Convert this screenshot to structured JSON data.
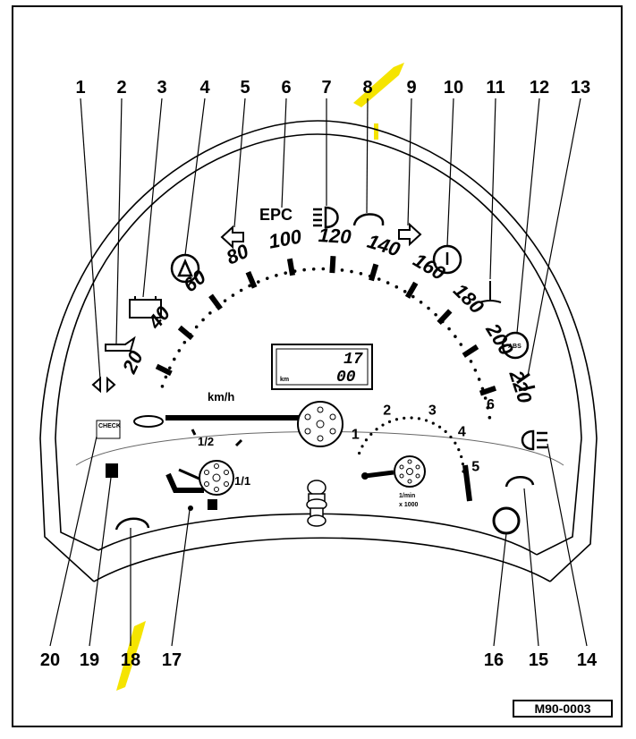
{
  "callouts_top": [
    "1",
    "2",
    "3",
    "4",
    "5",
    "6",
    "7",
    "8",
    "9",
    "10",
    "11",
    "12",
    "13"
  ],
  "callouts_bottom": [
    "20",
    "19",
    "18",
    "17",
    "16",
    "15",
    "14"
  ],
  "speedometer": {
    "ticks": [
      "20",
      "40",
      "60",
      "80",
      "100",
      "120",
      "140",
      "160",
      "180",
      "200",
      "220"
    ],
    "unit": "km/h",
    "fuel_half": "1/2",
    "fuel_full": "1/1"
  },
  "tachometer": {
    "ticks": [
      "1",
      "2",
      "3",
      "4",
      "5",
      "6"
    ],
    "unit_line1": "1/min",
    "unit_line2": "x 1000"
  },
  "display": {
    "line1": "17",
    "line2": "00",
    "prefix": "km"
  },
  "indicators": {
    "epc": "EPC",
    "abs": "ABS",
    "check": "CHECK"
  },
  "reference": "M90-0003",
  "colors": {
    "ink": "#000000",
    "highlight": "#f5e400",
    "dial_fill": "#ffffff"
  }
}
